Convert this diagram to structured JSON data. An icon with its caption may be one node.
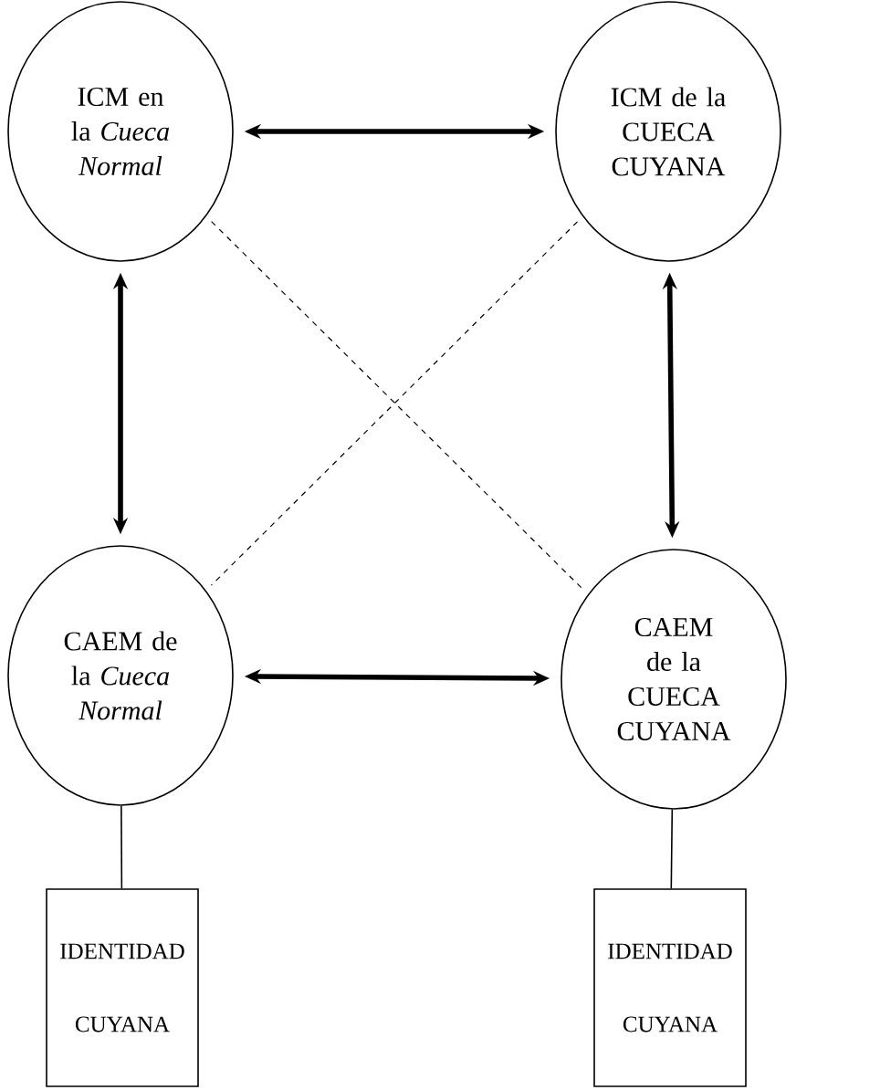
{
  "diagram": {
    "nodes": [
      {
        "text": [
          "ICM en la *Cueca Normal*"
        ]
      },
      {
        "text": [
          "ICM de la CUECA CUYANA"
        ]
      },
      {
        "text": [
          "CAEM de la *Cueca Normal*"
        ]
      },
      {
        "text": [
          "CAEM de la CUECA CUYANA"
        ]
      },
      {
        "text": [
          "IDENTIDAD CUYANA"
        ]
      },
      {
        "text": [
          "IDENTIDAD CUYANA"
        ]
      }
    ],
    "edges": [
      {
        "from": 0,
        "to": 1,
        "arrow": "both",
        "style": "thick"
      },
      {
        "from": 0,
        "to": 2,
        "arrow": "both",
        "style": "thick"
      },
      {
        "from": 1,
        "to": 3,
        "arrow": "both",
        "style": "thick"
      },
      {
        "from": 2,
        "to": 3,
        "arrow": "both",
        "style": "thick"
      },
      {
        "from": 0,
        "to": 3,
        "arrow": "none",
        "style": "dashed"
      },
      {
        "from": 1,
        "to": 2,
        "arrow": "none",
        "style": "dashed"
      },
      {
        "from": 2,
        "to": 4,
        "arrow": "none"
      },
      {
        "from": 3,
        "to": 5,
        "arrow": "none"
      }
    ]
  }
}
